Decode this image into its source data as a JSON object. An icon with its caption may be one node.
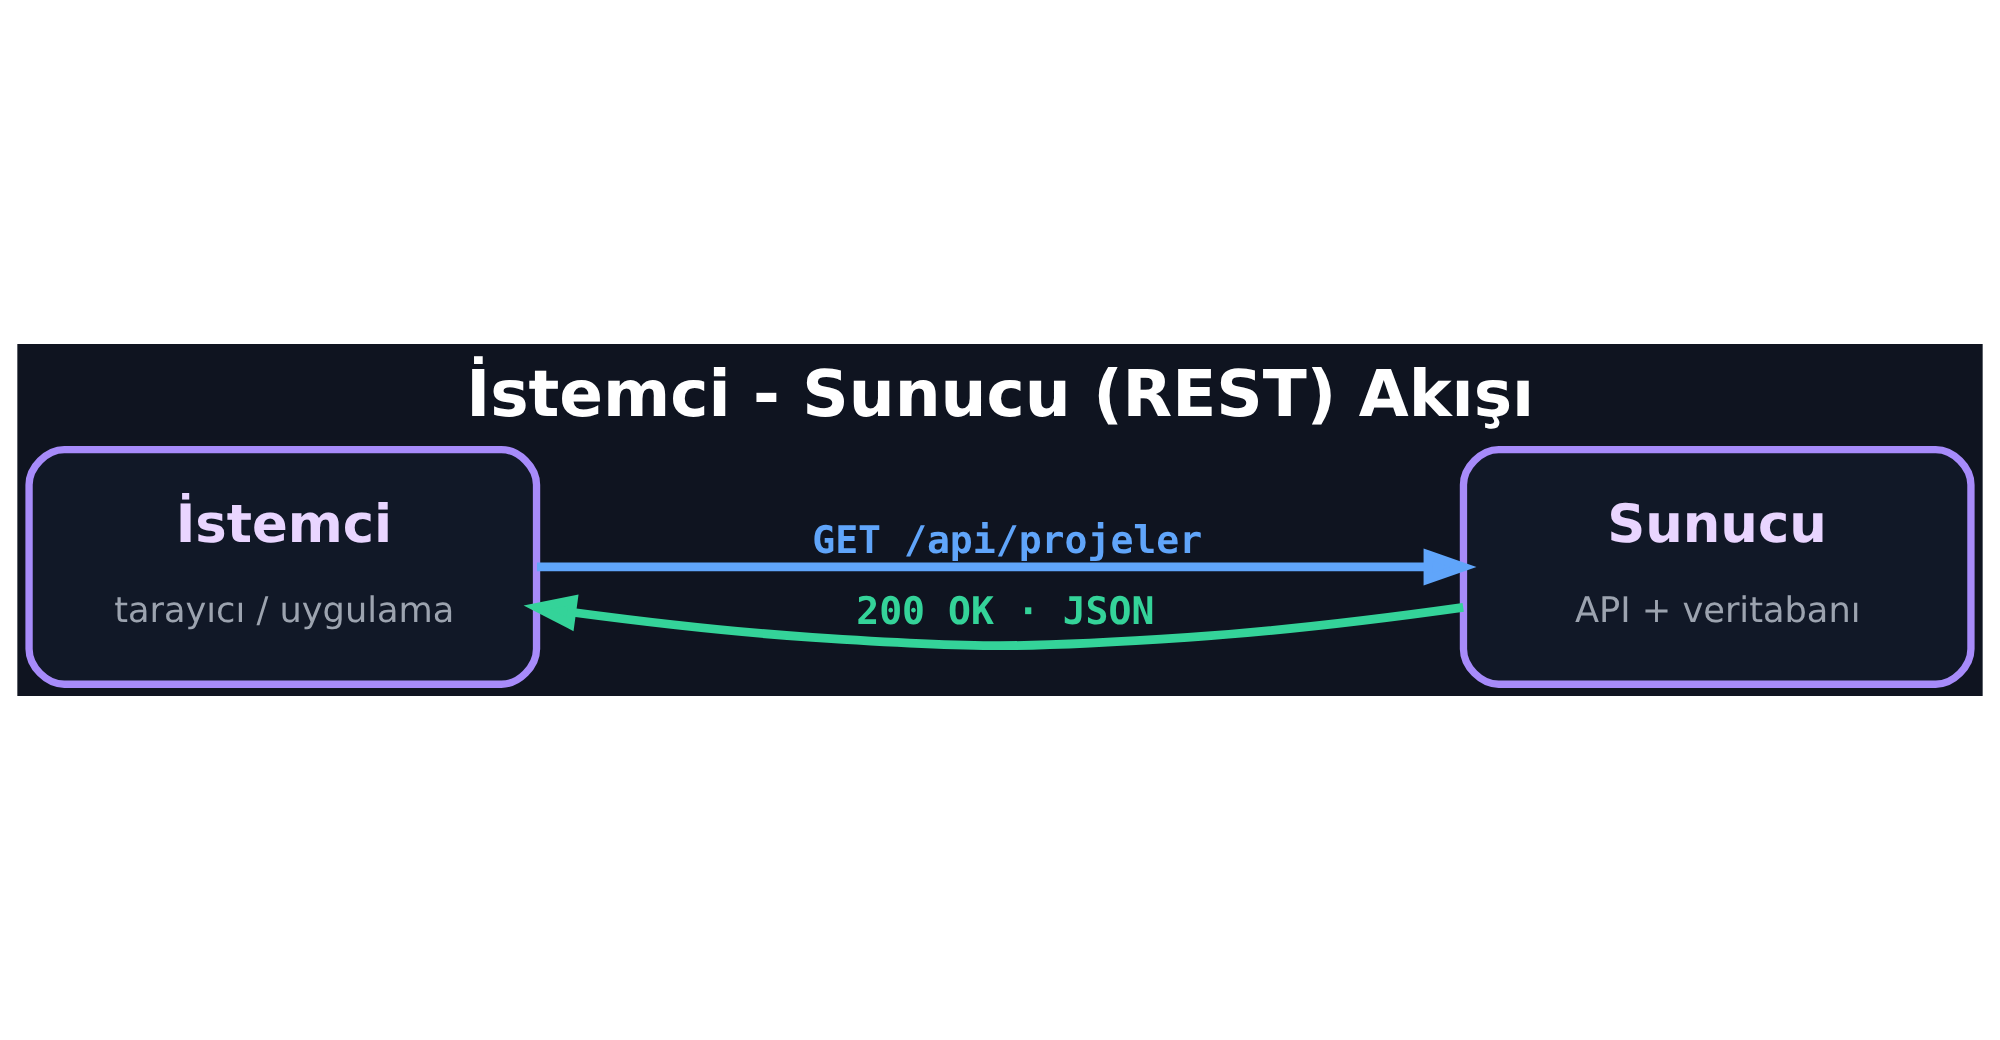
{
  "diagram": {
    "title": "İstemci - Sunucu (REST) Akışı",
    "nodes": [
      {
        "text": [
          "İstemci",
          "tarayıcı / uygulama"
        ]
      },
      {
        "text": [
          "Sunucu",
          "API + veritabanı"
        ]
      }
    ],
    "edges": [
      {
        "from": 0,
        "to": 1,
        "arrow": "to",
        "label": "GET /api/projeler",
        "color": "#60a5fa"
      },
      {
        "from": 1,
        "to": 0,
        "arrow": "to",
        "label": "200 OK · JSON",
        "color": "#34d399"
      }
    ]
  }
}
